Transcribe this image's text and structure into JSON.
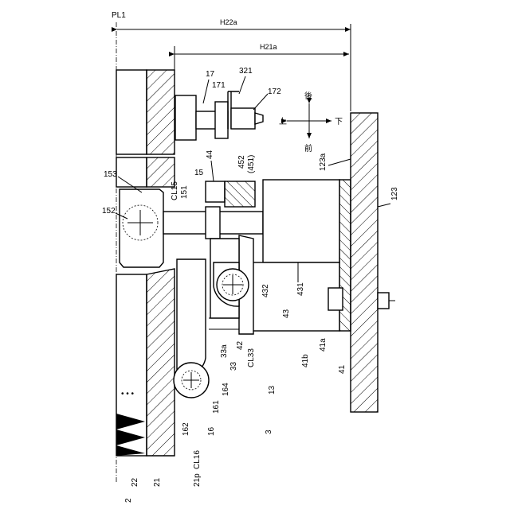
{
  "labels": {
    "pl1": "PL1",
    "h22a": "H22a",
    "h21a": "H21a",
    "n17": "17",
    "n171": "171",
    "n321": "321",
    "n172": "172",
    "dir_up": "上",
    "dir_down": "下",
    "dir_back": "後",
    "dir_front": "前",
    "n123a": "123a",
    "n123": "123",
    "n44": "44",
    "n452": "452",
    "n451": "(451)",
    "n153": "153",
    "cl15": "CL15",
    "n15": "15",
    "n151": "151",
    "n152": "152",
    "n432": "432",
    "n431": "431",
    "n43": "43",
    "n42": "42",
    "cl33": "CL33",
    "n33a": "33a",
    "n33": "33",
    "n41b": "41b",
    "n41a": "41a",
    "n41": "41",
    "n164": "164",
    "n13": "13",
    "n161": "161",
    "n162": "162",
    "n16": "16",
    "cl16": "CL16",
    "n3": "3",
    "n21p": "21p",
    "n22": "22",
    "n21": "21",
    "n2": "2",
    "dots": "• • •"
  }
}
